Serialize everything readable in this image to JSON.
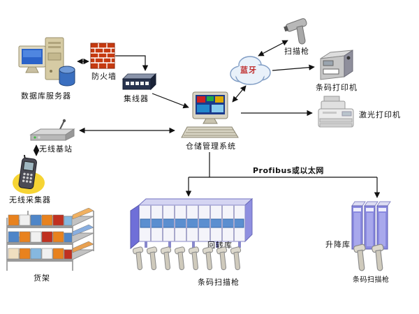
{
  "diagram": {
    "nodes": {
      "database_server": {
        "label": "数据库服务器"
      },
      "firewall": {
        "label": "防火墙"
      },
      "hub": {
        "label": "集线器"
      },
      "bluetooth_cloud": {
        "label": "蓝牙"
      },
      "scanner_gun_top": {
        "label": "扫描枪"
      },
      "barcode_printer": {
        "label": "条码打印机"
      },
      "laser_printer": {
        "label": "激光打印机"
      },
      "wms_computer": {
        "label": "仓储管理系统"
      },
      "wireless_base_station": {
        "label": "无线基站"
      },
      "wireless_collector": {
        "label": "无线采集器"
      },
      "storage_shelf": {
        "label": "货架"
      },
      "carousel_warehouse": {
        "label": "回转库"
      },
      "lift_warehouse": {
        "label": "升降库"
      },
      "barcode_scanner_row": {
        "label": "条码扫描枪",
        "count": 8
      },
      "barcode_scanner_pair": {
        "label": "条码扫描枪",
        "count": 2
      }
    },
    "bus": {
      "label": "Profibus或以太网"
    },
    "colors": {
      "warehouse_blue": "#8585de",
      "warehouse_light": "#d8d8f4",
      "firewall_red": "#c63a10",
      "bluetooth_text": "#c03030",
      "screen_blue": "#1a3a8c",
      "connector": "#111111",
      "shelf_orange": "#e8821e"
    }
  }
}
